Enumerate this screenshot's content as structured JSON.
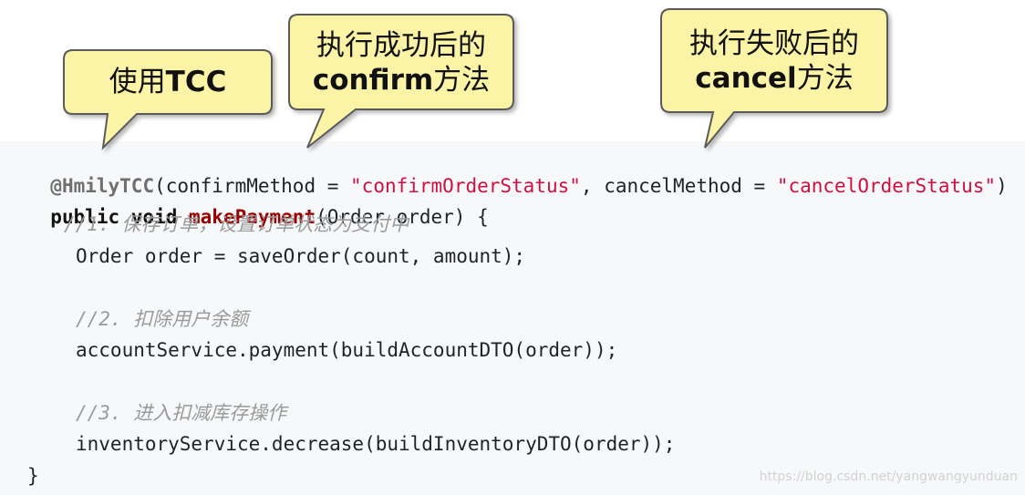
{
  "callouts": {
    "use_tcc": {
      "text_1": "使用",
      "text_2": "TCC"
    },
    "confirm": {
      "line1": "执行成功后的",
      "line2_1": "confirm",
      "line2_2": "方法"
    },
    "cancel": {
      "line1": "执行失败后的",
      "line2_1": "cancel",
      "line2_2": "方法"
    }
  },
  "code": {
    "line1": {
      "annotation": "@HmilyTCC",
      "open": "(confirmMethod = ",
      "confirm_str": "\"confirmOrderStatus\"",
      "mid": ", cancelMethod = ",
      "cancel_str": "\"cancelOrderStatus\"",
      "close": ")"
    },
    "line2": {
      "kw": "public void ",
      "fn": "makePayment",
      "rest": "(Order order) {"
    },
    "comment1": "//1. 保存订单，设置订单状态为支付中",
    "line3": "Order order = saveOrder(count, amount);",
    "comment2": "//2. 扣除用户余额",
    "line4": "accountService.payment(buildAccountDTO(order));",
    "comment3": "//3. 进入扣减库存操作",
    "line5": "inventoryService.decrease(buildInventoryDTO(order));",
    "close": "}"
  },
  "watermark": "https://blog.csdn.net/yangwangyunduan",
  "colors": {
    "callout_fill": "#fbf3a6",
    "callout_stroke": "#5a5a5a",
    "code_bg": "#f6f8fa",
    "string": "#d01040",
    "function": "#990000"
  }
}
